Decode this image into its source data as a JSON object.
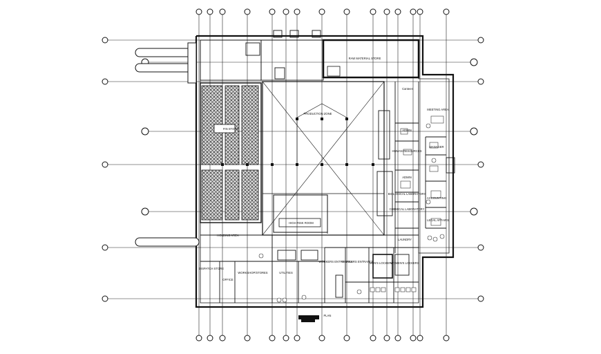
{
  "drawing": {
    "type": "architectural floor plan",
    "rooms": [
      {
        "id": "raw-material-store",
        "label": "RAW MATERIAL\nSTORE"
      },
      {
        "id": "production-zone",
        "label": "PRODUCTION\nZONE"
      },
      {
        "id": "finished-store",
        "label": "FIN STORE"
      },
      {
        "id": "high-risk-room",
        "label": "HIGH RISK ROOM"
      },
      {
        "id": "holding-area",
        "label": "HOLDING AREA"
      },
      {
        "id": "dispatch-store",
        "label": "DISPATCH STORE"
      },
      {
        "id": "office",
        "label": "OFFICE"
      },
      {
        "id": "workshop",
        "label": "WORKSHOP/STORES"
      },
      {
        "id": "utilities",
        "label": "UTILITIES"
      },
      {
        "id": "workers-entrance-a",
        "label": "WORKERS\nENTRY AREA"
      },
      {
        "id": "workers-entrance-b",
        "label": "WORKERS\nENTRANCE"
      },
      {
        "id": "mens-lockers",
        "label": "MEN'S\nLOCKERS"
      },
      {
        "id": "womens-lockers",
        "label": "WOMEN'S\nLOCKERS"
      },
      {
        "id": "canteen",
        "label": "Canteen"
      },
      {
        "id": "meeting-area",
        "label": "MEETING AREA"
      },
      {
        "id": "admin-1",
        "label": "ADMIN"
      },
      {
        "id": "human-resources",
        "label": "HUMAN\nRESOURCES"
      },
      {
        "id": "manager",
        "label": "MANAGER"
      },
      {
        "id": "admin-2",
        "label": "ADMIN"
      },
      {
        "id": "biological-laboratory",
        "label": "BIOLOGICAL\nLABORATORY"
      },
      {
        "id": "chemical-laboratory",
        "label": "CHEMICAL\nLABORATORY"
      },
      {
        "id": "accounting",
        "label": "ACCOUNTING"
      },
      {
        "id": "legal-affairs",
        "label": "LEGAL AFFAIRS"
      },
      {
        "id": "laundry",
        "label": "LAUNDRY"
      }
    ],
    "footer_label": "PLAN"
  }
}
